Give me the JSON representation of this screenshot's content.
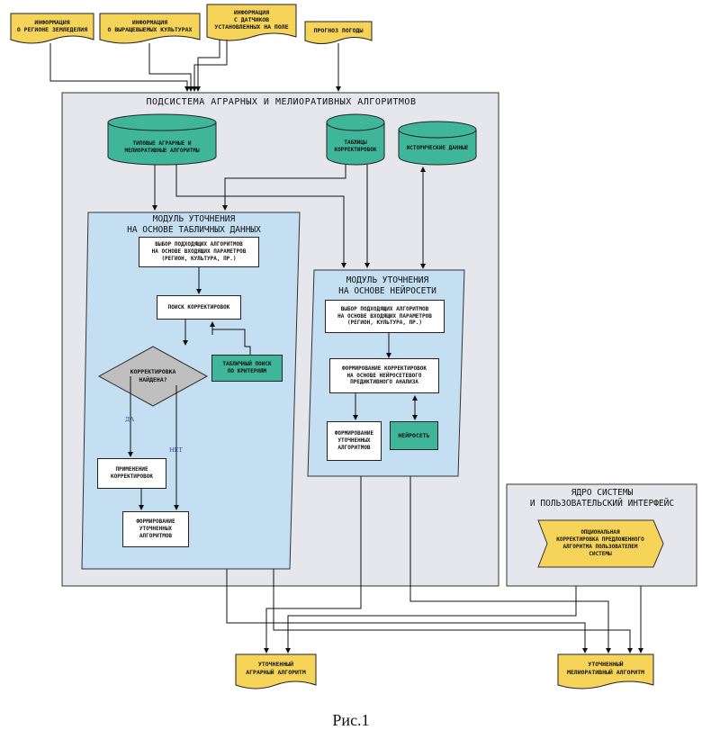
{
  "inputs": {
    "region": "ИНФОРМАЦИЯ\nО РЕГИОНЕ ЗЕМЛЕДЕЛИЯ",
    "crops": "ИНФОРМАЦИЯ\nО ВЫРАЩЕВЫЕМЫХ КУЛЬТУРАХ",
    "sensors": "ИНФОРМАЦИЯ\nС ДАТЧИКОВ\nУСТАНОВЛЕННЫХ НА ПОЛЕ",
    "weather": "ПРОГНОЗ ПОГОДЫ"
  },
  "subsystem": {
    "title": "ПОДСИСТЕМА АГРАРНЫХ И МЕЛИОРАТИВНЫХ АЛГОРИТМОВ",
    "db_typical": "ТИПОВЫЕ АГРАРНЫЕ И\nМЕЛИОРАТИВНЫЕ АЛГОРИТМЫ",
    "db_corrections": "ТАБЛИЦЫ\nКОРРЕКТИРОВОК",
    "db_history": "ИСТОРИЧЕСКИЕ ДАННЫЕ"
  },
  "table_module": {
    "title": "МОДУЛЬ УТОЧНЕНИЯ\nНА ОСНОВЕ ТАБЛИЧНЫХ ДАННЫХ",
    "select": "ВЫБОР ПОДХОДЯЩИХ АЛГОРИТМОВ\nНА ОСНОВЕ ВХОДЯЩИХ ПАРАМЕТРОВ\n(РЕГИОН, КУЛЬТУРА, ПР.)",
    "search": "ПОИСК КОРРЕКТИРОВОК",
    "table_search": "ТАБЛИЧНЫЙ ПОИСК\nПО КРИТЕРИЯМ",
    "decision": "КОРРЕКТИРОВКА\nНАЙДЕНА?",
    "yes": "ДА",
    "no": "НЕТ",
    "apply": "ПРИМЕНЕНИЕ\nКОРРЕКТИРОВОК",
    "form": "ФОРМИРОВАНИЕ\nУТОЧНЕННЫХ\nАЛГОРИТМОВ"
  },
  "nn_module": {
    "title": "МОДУЛЬ УТОЧНЕНИЯ\nНА ОСНОВЕ НЕЙРОСЕТИ",
    "select": "ВЫБОР ПОДХОДЯЩИХ АЛГОРИТМОВ\nНА ОСНОВЕ ВХОДЯЩИХ ПАРАМЕТРОВ\n(РЕГИОН, КУЛЬТУРА, ПР.)",
    "predict": "ФОРМИРОВАНИЕ КОРРЕКТИРОВОК\nНА ОСНОВЕ НЕЙРОСЕТЕВОГО\nПРЕДИКТИВНОГО АНАЛИЗА",
    "form": "ФОРМИРОВАНИЕ\nУТОЧНЕННЫХ\nАЛГОРИТМОВ",
    "network": "НЕЙРОСЕТЬ"
  },
  "core": {
    "title": "ЯДРО СИСТЕМЫ\nИ ПОЛЬЗОВАТЕЛЬСКИЙ ИНТЕРФЕЙС",
    "optional": "ОПЦИОНАЛЬНАЯ\nКОРРЕКТИРОВКА ПРЕДЛОЖЕННОГО\nАЛГОРИТМА ПОЛЬЗОВАТЕЛЕМ\nСИСТЕМЫ"
  },
  "outputs": {
    "agrarian": "УТОЧНЕННЫЙ\nАГРАРНЫЙ АЛГОРИТМ",
    "melioration": "УТОЧНЕННЫЙ\nМЕЛИОРАТИВНЫЙ АЛГОРИТМ"
  },
  "caption": "Рис.1",
  "colors": {
    "document": "#f6d45a",
    "database": "#3fb59a",
    "subsystem_bg": "#e6e7ec",
    "module_bg": "#c5dff2",
    "core_bg": "#e6e7ec"
  }
}
